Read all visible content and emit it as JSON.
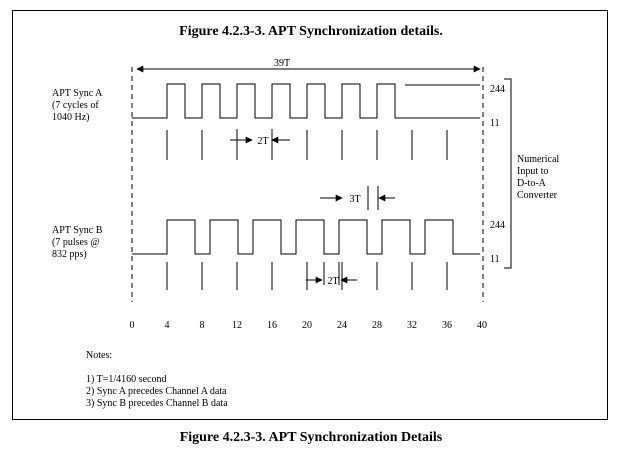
{
  "figure_title": "Figure 4.2.3-3.  APT Synchronization details.",
  "caption": "Figure 4.2.3-3.  APT Synchronization Details",
  "span_label": "39T",
  "sync_a_label": [
    "APT Sync A",
    "(7 cycles of",
    "1040 Hz)"
  ],
  "sync_b_label": [
    "APT Sync B",
    "(7 pulses @",
    "832 pps)"
  ],
  "levels": {
    "high": "244",
    "low": "11"
  },
  "converter_label": [
    "Numerical",
    "Input to",
    "D-to-A",
    "Converter"
  ],
  "dim_a": "2T",
  "dim_gap": "3T",
  "dim_b": "2T",
  "axis_ticks": [
    "0",
    "4",
    "8",
    "12",
    "16",
    "20",
    "24",
    "28",
    "32",
    "36",
    "40"
  ],
  "notes_title": "Notes:",
  "notes": [
    "1) T=1/4160 second",
    "2) Sync A precedes Channel A data",
    "3) Sync B precedes Channel B data"
  ]
}
